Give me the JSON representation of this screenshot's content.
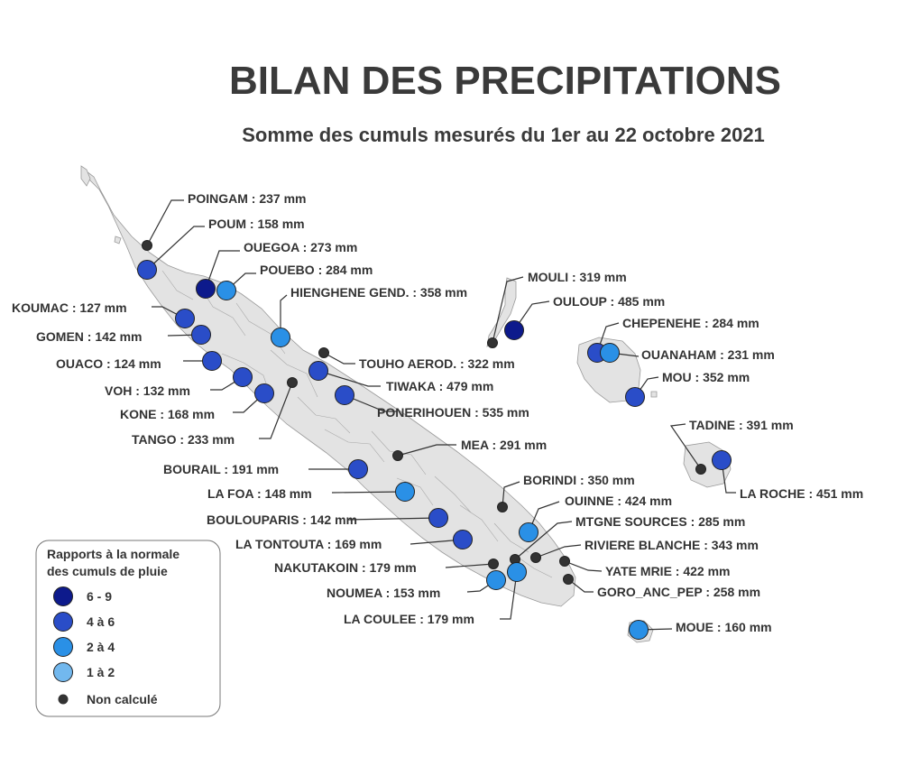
{
  "title": "BILAN DES PRECIPITATIONS",
  "subtitle": "Somme des cumuls mesurés du 1er au 22 octobre 2021",
  "legend": {
    "title_line1": "Rapports à la normale",
    "title_line2": "des cumuls de pluie",
    "classes": [
      {
        "key": "c69",
        "label": "6 - 9",
        "color": "#0d1a8c"
      },
      {
        "key": "c46",
        "label": "4 à 6",
        "color": "#2a4dc8"
      },
      {
        "key": "c24",
        "label": "2 à 4",
        "color": "#2a90e6"
      },
      {
        "key": "c12",
        "label": "1 à 2",
        "color": "#72b8ee"
      },
      {
        "key": "nc",
        "label": "Non calculé",
        "color": "#333333"
      }
    ]
  },
  "stations": [
    {
      "label": "POINGAM : 237 mm",
      "cls": "nc"
    },
    {
      "label": "POUM : 158 mm",
      "cls": "c46"
    },
    {
      "label": "OUEGOA : 273 mm",
      "cls": "c69"
    },
    {
      "label": "POUEBO : 284 mm",
      "cls": "c24"
    },
    {
      "label": "HIENGHENE GEND. : 358 mm",
      "cls": "c24"
    },
    {
      "label": "KOUMAC : 127 mm",
      "cls": "c46"
    },
    {
      "label": "GOMEN : 142 mm",
      "cls": "c46"
    },
    {
      "label": "OUACO : 124 mm",
      "cls": "c46"
    },
    {
      "label": "VOH : 132 mm",
      "cls": "c46"
    },
    {
      "label": "KONE : 168 mm",
      "cls": "c46"
    },
    {
      "label": "TANGO : 233 mm",
      "cls": "nc"
    },
    {
      "label": "TOUHO AEROD. : 322 mm",
      "cls": "nc"
    },
    {
      "label": "TIWAKA : 479 mm",
      "cls": "c46"
    },
    {
      "label": "PONERIHOUEN : 535 mm",
      "cls": "c46"
    },
    {
      "label": "MEA : 291 mm",
      "cls": "nc"
    },
    {
      "label": "BOURAIL : 191 mm",
      "cls": "c46"
    },
    {
      "label": "LA FOA : 148 mm",
      "cls": "c24"
    },
    {
      "label": "BORINDI : 350 mm",
      "cls": "nc"
    },
    {
      "label": "OUINNE : 424 mm",
      "cls": "c24"
    },
    {
      "label": "BOULOUPARIS : 142 mm",
      "cls": "c46"
    },
    {
      "label": "MTGNE SOURCES : 285 mm",
      "cls": "nc"
    },
    {
      "label": "LA TONTOUTA : 169 mm",
      "cls": "c46"
    },
    {
      "label": "RIVIERE BLANCHE : 343 mm",
      "cls": "nc"
    },
    {
      "label": "NAKUTAKOIN : 179 mm",
      "cls": "nc"
    },
    {
      "label": "YATE MRIE : 422 mm",
      "cls": "nc"
    },
    {
      "label": "NOUMEA : 153 mm",
      "cls": "c24"
    },
    {
      "label": "GORO_ANC_PEP : 258 mm",
      "cls": "nc"
    },
    {
      "label": "LA COULEE : 179 mm",
      "cls": "c24"
    },
    {
      "label": "MOUE : 160 mm",
      "cls": "c24"
    },
    {
      "label": "MOULI : 319 mm",
      "cls": "nc"
    },
    {
      "label": "OULOUP : 485 mm",
      "cls": "c69"
    },
    {
      "label": "CHEPENEHE : 284 mm",
      "cls": "c46"
    },
    {
      "label": "OUANAHAM : 231 mm",
      "cls": "c24"
    },
    {
      "label": "MOU : 352 mm",
      "cls": "c46"
    },
    {
      "label": "TADINE : 391 mm",
      "cls": "nc"
    },
    {
      "label": "LA ROCHE : 451 mm",
      "cls": "c46"
    }
  ]
}
